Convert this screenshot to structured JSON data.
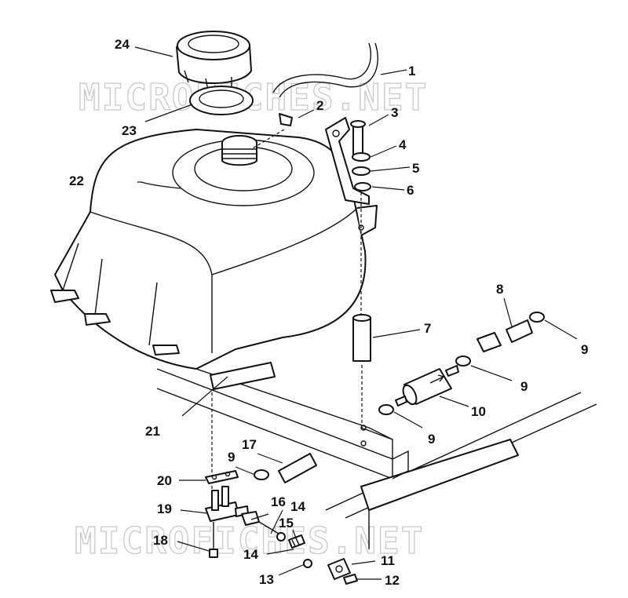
{
  "watermark": "MICROFICHES.NET",
  "callouts": {
    "c1": "1",
    "c2": "2",
    "c3": "3",
    "c4": "4",
    "c5": "5",
    "c6": "6",
    "c7": "7",
    "c8": "8",
    "c9a": "9",
    "c9b": "9",
    "c9c": "9",
    "c9d": "9",
    "c10": "10",
    "c11": "11",
    "c12": "12",
    "c13": "13",
    "c14a": "14",
    "c14b": "14",
    "c15": "15",
    "c16": "16",
    "c17": "17",
    "c18": "18",
    "c19": "19",
    "c20": "20",
    "c21": "21",
    "c22": "22",
    "c23": "23",
    "c24": "24"
  }
}
